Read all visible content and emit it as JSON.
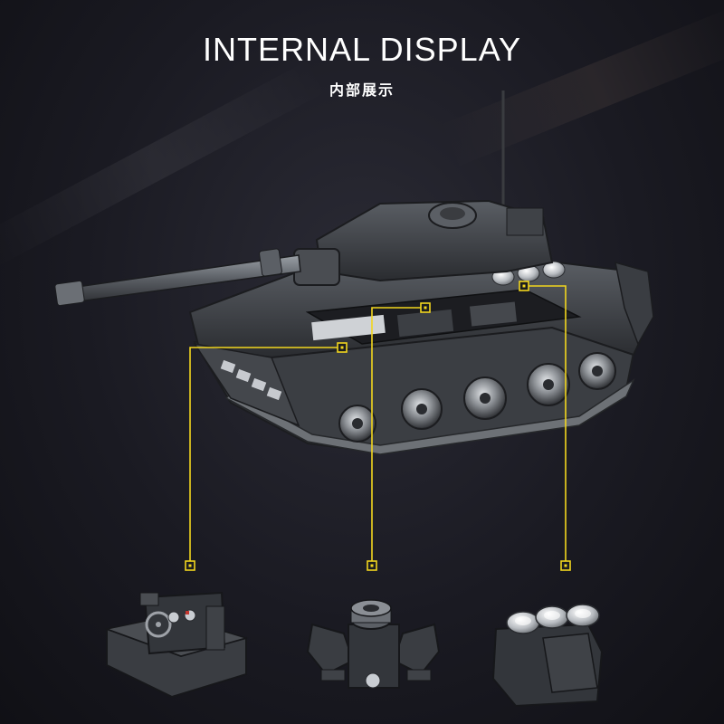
{
  "header": {
    "title": "INTERNAL DISPLAY",
    "subtitle": "内部展示"
  },
  "colors": {
    "background": "#1a1a22",
    "callout": "#f2d61e",
    "tank_dark": "#2e3034",
    "tank_mid": "#4a4d52",
    "tank_light": "#8b8f95",
    "chrome": "#c9cdd2"
  },
  "callouts": [
    {
      "name": "driver-compartment",
      "target_icon": "callout-marker-icon"
    },
    {
      "name": "turret-mechanism",
      "target_icon": "callout-marker-icon"
    },
    {
      "name": "engine-block",
      "target_icon": "callout-marker-icon"
    }
  ],
  "parts": [
    {
      "name": "driver-seat-dashboard",
      "icon": "driver-compartment-icon"
    },
    {
      "name": "turret-rotation-core",
      "icon": "turret-mechanism-icon"
    },
    {
      "name": "engine-cylinders",
      "icon": "engine-icon"
    }
  ]
}
